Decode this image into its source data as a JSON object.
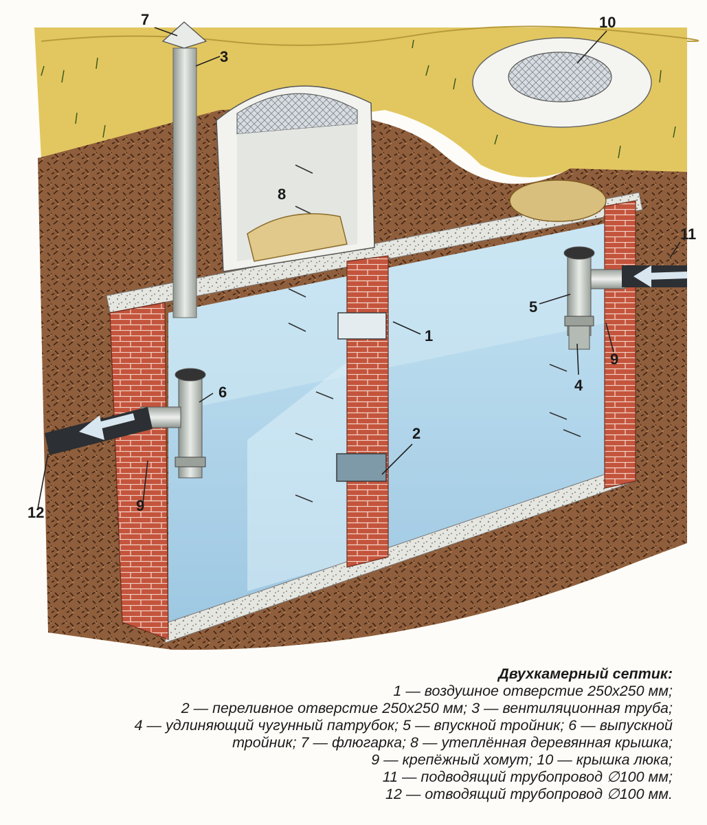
{
  "callouts": {
    "c1": "1",
    "c2": "2",
    "c3": "3",
    "c4": "4",
    "c5": "5",
    "c6": "6",
    "c7": "7",
    "c8": "8",
    "c9a": "9",
    "c9b": "9",
    "c10": "10",
    "c11": "11",
    "c12": "12"
  },
  "caption": {
    "title": "Двухкамерный септик:",
    "lines": [
      "1 — воздушное отверстие 250x250 мм;",
      "2 — переливное отверстие 250x250 мм; 3 — вентиляционная труба;",
      "4 — удлиняющий чугунный патрубок; 5 — впускной тройник; 6 — выпускной",
      "тройник; 7 — флюгарка; 8 — утеплённая деревянная крышка;",
      "9 — крепёжный хомут; 10 — крышка люка;",
      "11 — подводящий трубопровод ∅100 мм;",
      "12 — отводящий трубопровод ∅100 мм."
    ]
  },
  "colors": {
    "soil": "#8a5a3a",
    "grass": "#e2c760",
    "brick": "#c0503a",
    "water": "#a9d2ea",
    "concrete": "#dcdcd6",
    "wood": "#e0c98a",
    "pipe": "#c9cfc9"
  }
}
